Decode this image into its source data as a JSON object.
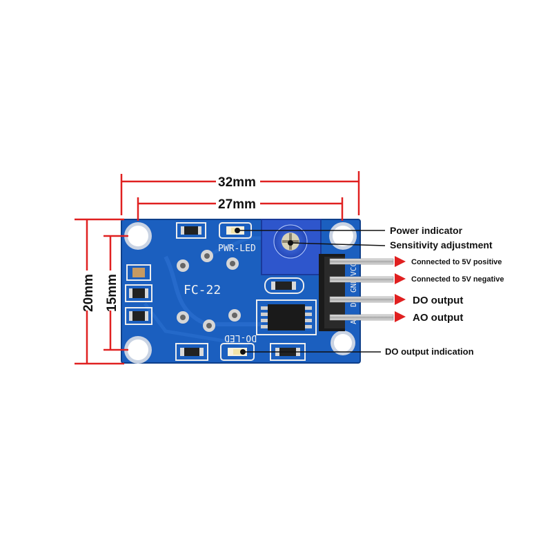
{
  "dimensions": {
    "total_width": "32mm",
    "hole_spacing_width": "27mm",
    "total_height": "20mm",
    "hole_spacing_height": "15mm"
  },
  "board": {
    "model": "FC-22",
    "pwr_led_label": "PWR-LED",
    "do_led_label": "DO-LED",
    "pin_labels": [
      "VCC",
      "GND",
      "DO",
      "AO"
    ],
    "color": "#1b5fbf"
  },
  "callouts": {
    "power_indicator": "Power indicator",
    "sensitivity_adjustment": "Sensitivity adjustment",
    "vcc_pin": "Connected to 5V positive",
    "gnd_pin": "Connected to 5V negative",
    "do_pin": "DO output",
    "ao_pin": "AO output",
    "do_indication": "DO output indication"
  },
  "colors": {
    "dimension_line": "#e02020",
    "leader_line": "#111111",
    "pin_arrow": "#e02020"
  }
}
